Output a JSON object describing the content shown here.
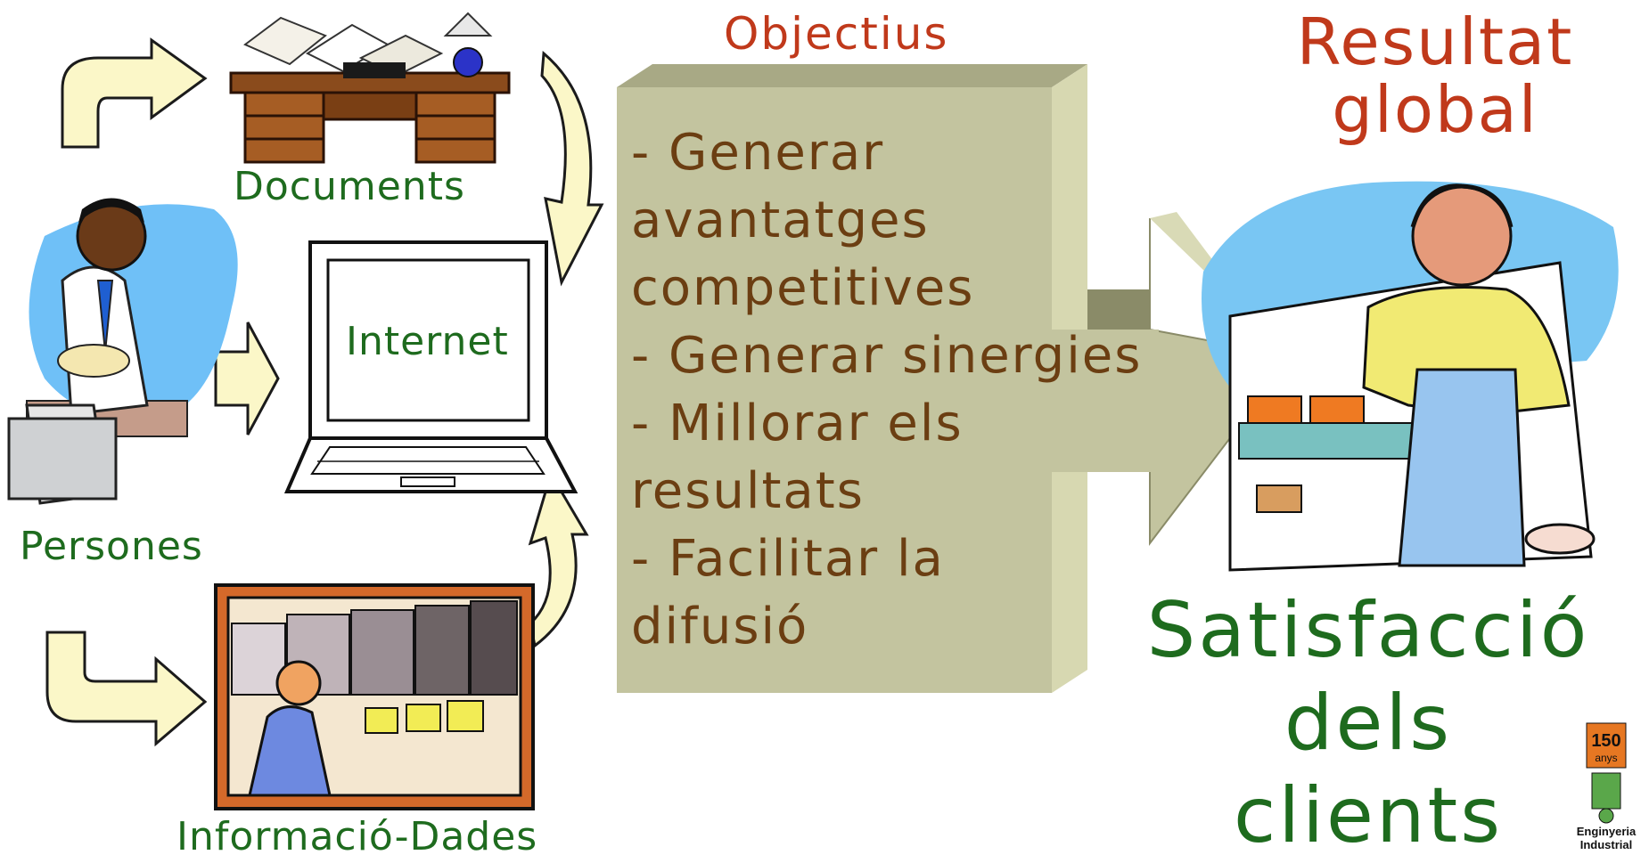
{
  "labels": {
    "documents": "Documents",
    "persons": "Persones",
    "internet": "Internet",
    "information": "Informació-Dades",
    "objectives_title": "Objectius",
    "result_title_line1": "Resultat",
    "result_title_line2": "global"
  },
  "objectives": [
    "- Generar",
    "avantatges",
    "competitives",
    "- Generar sinergies",
    "- Millorar els",
    "resultats",
    "- Facilitar la",
    "difusió"
  ],
  "result": {
    "line1": "Satisfacció",
    "line2": "dels",
    "line3": "clients"
  },
  "logo": {
    "years": "150",
    "anys": "anys",
    "name_line1": "Enginyeria",
    "name_line2": "Industrial"
  },
  "colors": {
    "green_text": "#1e6b1e",
    "red_text": "#c0391b",
    "brown_text": "#6b3e12",
    "box_fill": "#c3c49f",
    "arrow_fill": "#fbf7c8"
  }
}
